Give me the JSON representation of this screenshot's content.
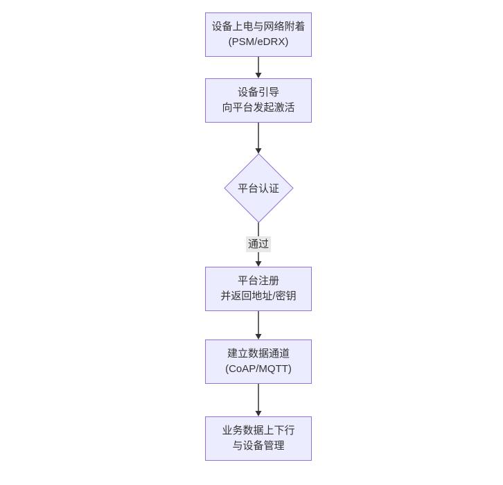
{
  "flowchart": {
    "node1": {
      "line1": "设备上电与网络附着",
      "line2": "(PSM/eDRX)"
    },
    "node2": {
      "line1": "设备引导",
      "line2": "向平台发起激活"
    },
    "decision": {
      "label": "平台认证"
    },
    "edge": {
      "label": "通过"
    },
    "node3": {
      "line1": "平台注册",
      "line2": "并返回地址/密钥"
    },
    "node4": {
      "line1": "建立数据通道",
      "line2": "(CoAP/MQTT)"
    },
    "node5": {
      "line1": "业务数据上下行",
      "line2": "与设备管理"
    }
  },
  "colors": {
    "node_fill": "#ECECFF",
    "node_border": "#9370DB",
    "arrow": "#333333",
    "edge_label_background": "#e8e8e8",
    "text": "#333333",
    "page_background": "#ffffff"
  }
}
